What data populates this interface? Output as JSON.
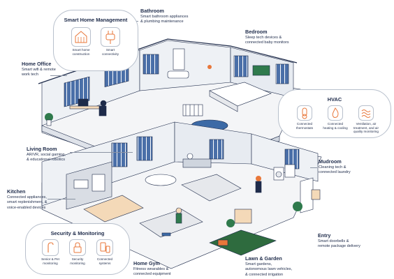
{
  "colors": {
    "navy": "#1e2b4a",
    "wall": "#eef1f5",
    "floor_wood": "#f4d9b8",
    "floor_grey": "#e6e8ec",
    "rug_blue": "#3c6aa6",
    "accent_orange": "#e8773a",
    "window_blue": "#4a6fa8",
    "plant_green": "#2f7a4c",
    "lawn_green": "#2e6b3e",
    "panel_border": "#b8c0cc"
  },
  "labels": {
    "bathroom": {
      "title": "Bathroom",
      "desc": "Smart bathroom appliances\n& plumbing maintenance"
    },
    "bedroom": {
      "title": "Bedroom",
      "desc": "Sleep tech devices &\nconnected baby monitors"
    },
    "home_office": {
      "title": "Home Office",
      "desc": "Smart wifi & remote\nwork tech"
    },
    "living_room": {
      "title": "Living Room",
      "desc": "AR/VR, social gaming,\n& educational robotics"
    },
    "mudroom": {
      "title": "Mudroom",
      "desc": "Cleaning tech &\nconnected laundry"
    },
    "kitchen": {
      "title": "Kitchen",
      "desc": "Connected appliances,\nsmart replenishment, &\nvoice-enabled devices"
    },
    "entry": {
      "title": "Entry",
      "desc": "Smart doorbells &\nremote package delivery"
    },
    "home_gym": {
      "title": "Home Gym",
      "desc": "Fitness wearables &\nconnected equipment"
    },
    "lawn_garden": {
      "title": "Lawn & Garden",
      "desc": "Smart gardens,\nautonomous lawn vehicles,\n& connected irrigation"
    }
  },
  "panels": {
    "smart_home": {
      "title": "Smart Home Management",
      "items": [
        {
          "label": "Smart home\nconstruction",
          "icon": "house-icon"
        },
        {
          "label": "Smart\nconnectivity",
          "icon": "plug-icon"
        }
      ]
    },
    "hvac": {
      "title": "HVAC",
      "items": [
        {
          "label": "Connected\nthermostats",
          "icon": "thermostat-icon"
        },
        {
          "label": "Connected\nheating & cooling",
          "icon": "flame-icon"
        },
        {
          "label": "Ventilation, air\ntreatment, and air\nquality monitoring",
          "icon": "air-waves-icon"
        }
      ]
    },
    "security": {
      "title": "Security & Monitoring",
      "items": [
        {
          "label": "Senior & Pet\nmonitoring",
          "icon": "cane-icon"
        },
        {
          "label": "Security\nmonitoring",
          "icon": "lock-icon"
        },
        {
          "label": "Connected\nsystems",
          "icon": "devices-icon"
        }
      ]
    }
  }
}
